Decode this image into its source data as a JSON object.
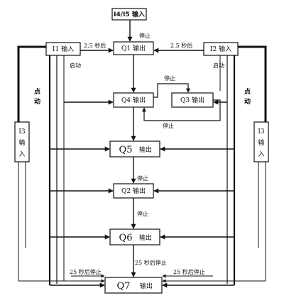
{
  "nodes": {
    "input_i4i5": "I4/I5 输入",
    "input_i1": "I1 输入",
    "input_i2": "I2 输入",
    "q1": "Q1 输出",
    "q4": "Q4 输出",
    "q3": "Q3 输出",
    "q5_name": "Q5",
    "q5_suffix": "输出",
    "q2": "Q2 输出",
    "q6_name": "Q6",
    "q6_suffix": "输出",
    "q7_name": "Q7",
    "q7_suffix": "输出",
    "i3_left_a": "I3",
    "i3_left_b": "输",
    "i3_left_c": "入",
    "i3_right_a": "I3",
    "i3_right_b": "输",
    "i3_right_c": "入"
  },
  "labels": {
    "stop_top": "停止",
    "delay_left": "2.5 秒后",
    "delay_right": "2.5 秒后",
    "start_left": "启动",
    "start_right": "启动",
    "stop_loop": "停止",
    "stop_q3": "停止",
    "stop_q5": "停止",
    "stop_q2": "停止",
    "delay_stop_mid": "25 秒后停止",
    "delay_stop_left": "25 秒后停止",
    "delay_stop_right": "25 秒后停止",
    "jog_left_a": "点",
    "jog_left_b": "动",
    "jog_right_a": "点",
    "jog_right_b": "动"
  }
}
